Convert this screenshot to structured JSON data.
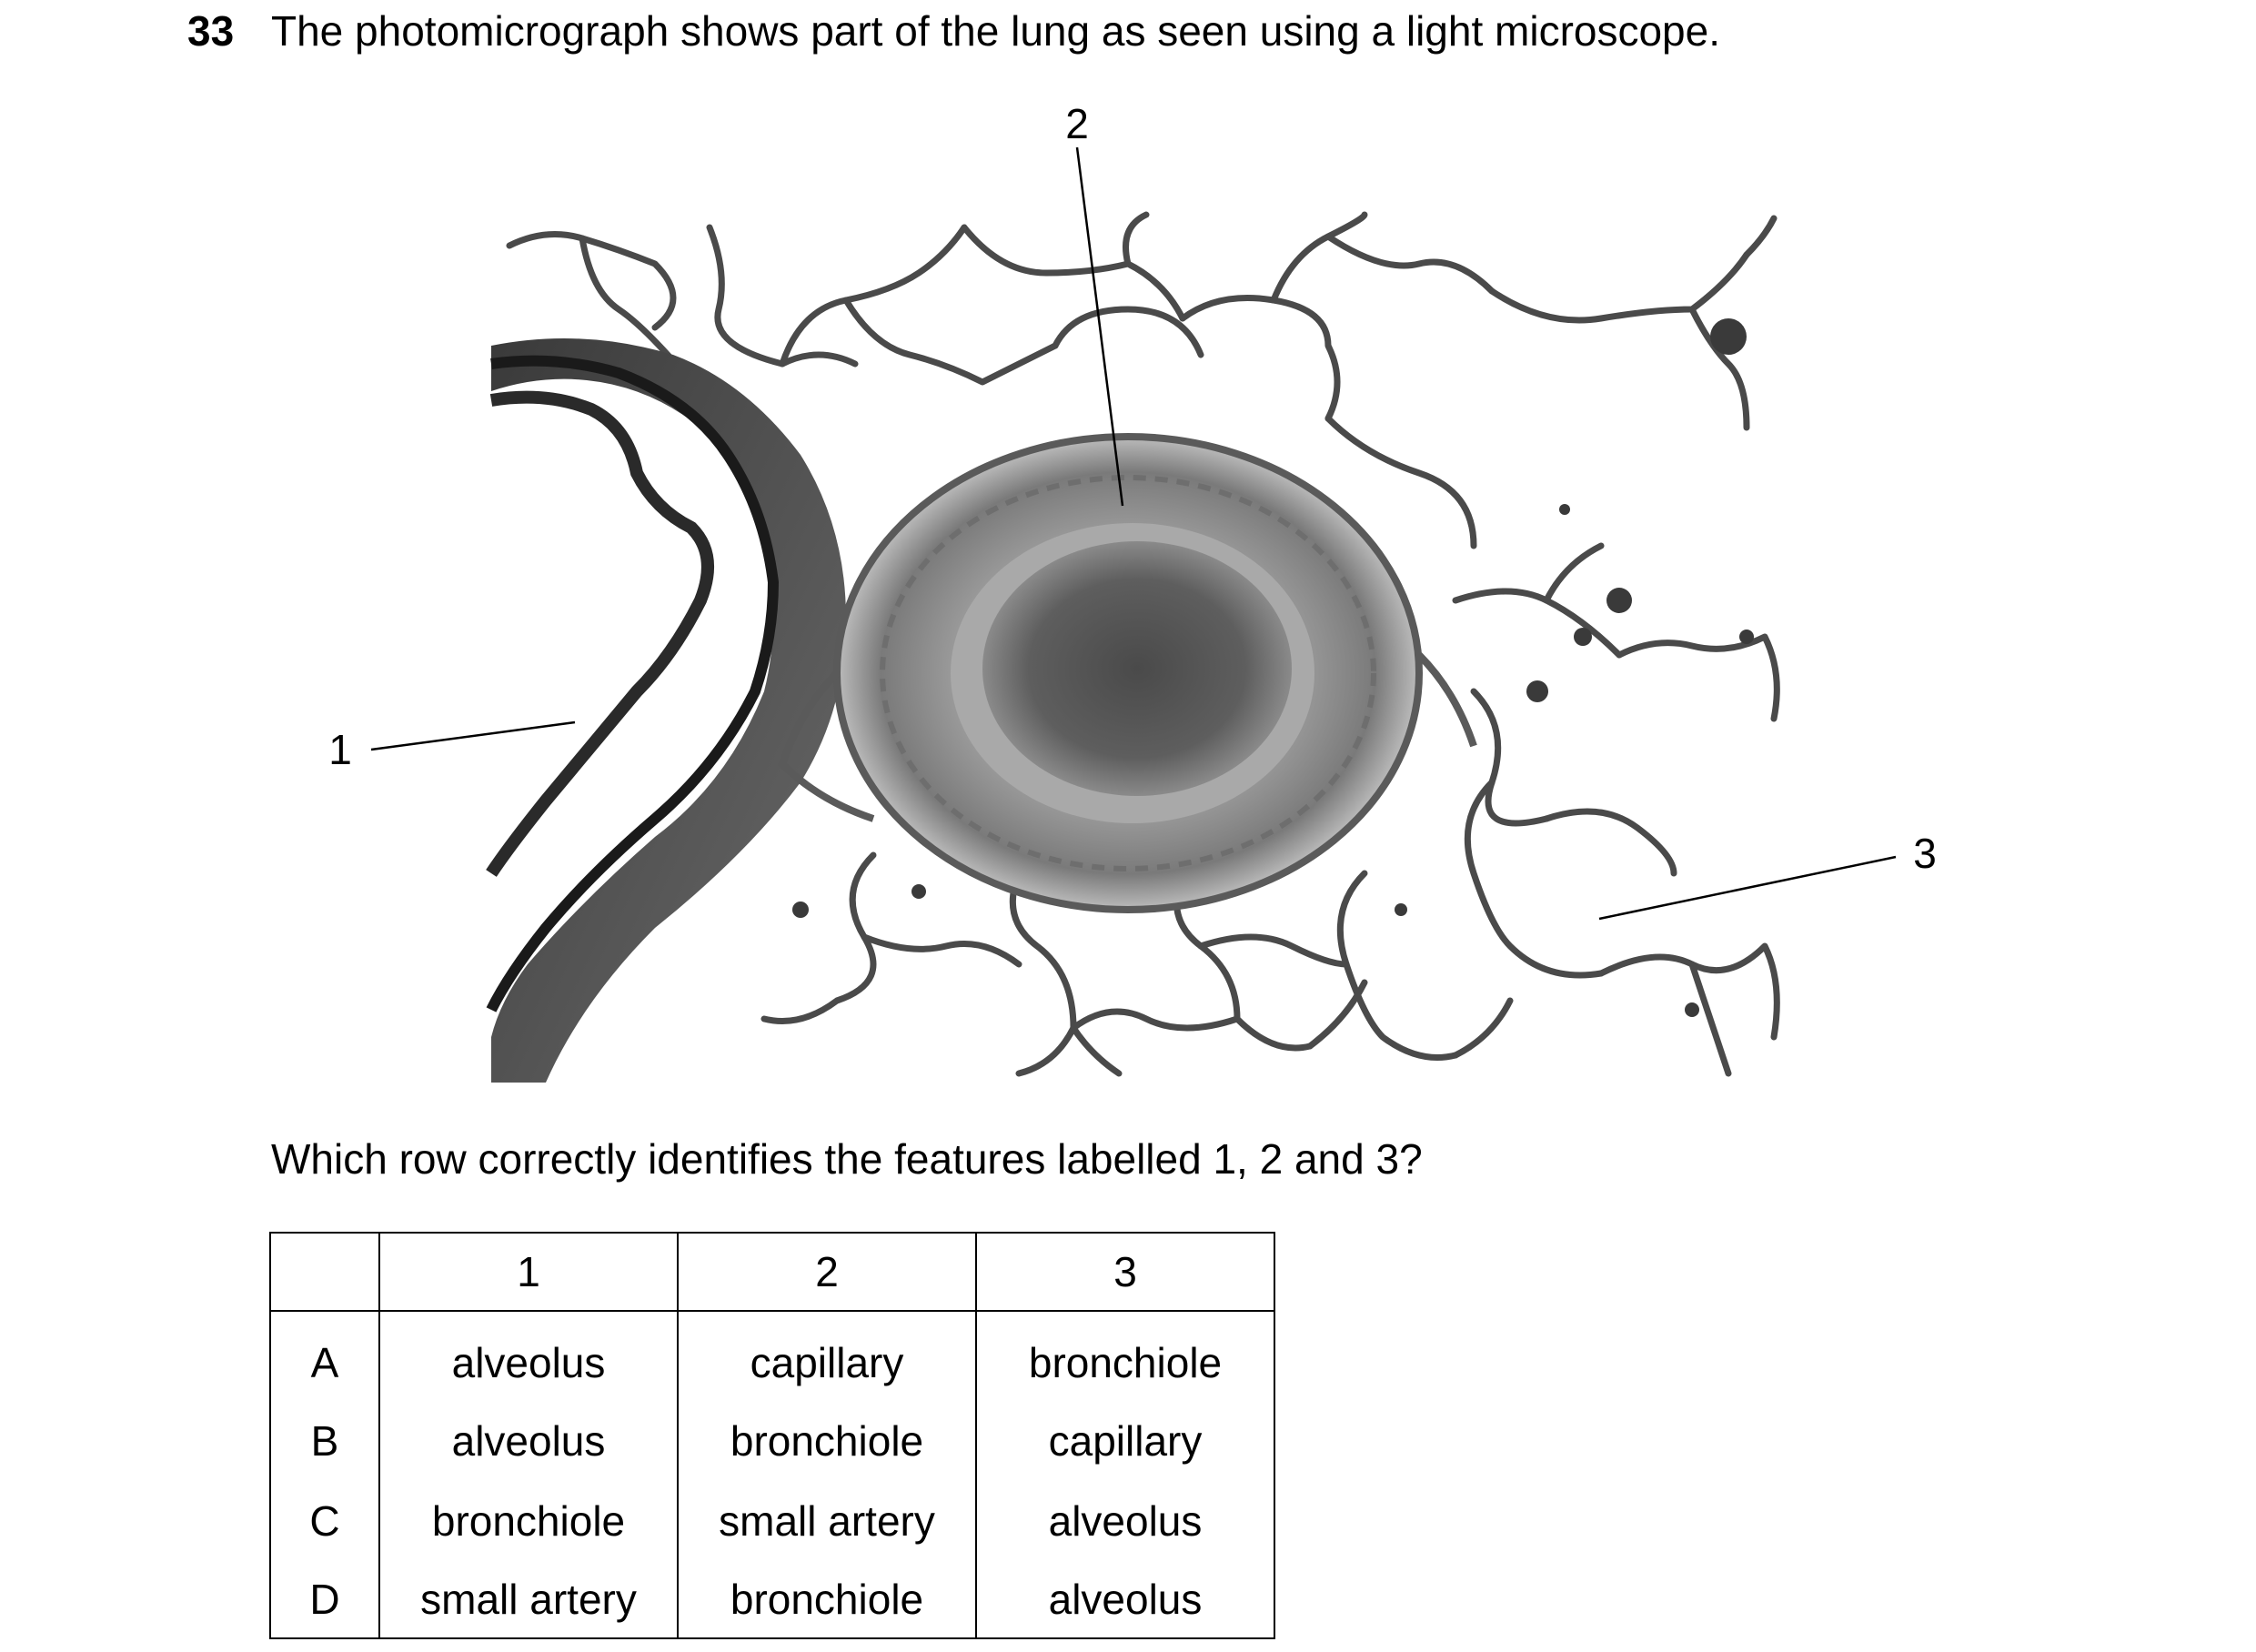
{
  "question": {
    "number": "33",
    "stem": "The photomicrograph shows part of the lung as seen using a light microscope.",
    "prompt": "Which row correctly identifies the features labelled 1, 2 and 3?"
  },
  "figure": {
    "labels": [
      "1",
      "2",
      "3"
    ]
  },
  "table": {
    "headers": [
      "",
      "1",
      "2",
      "3"
    ],
    "rows": [
      {
        "key": "A",
        "cells": [
          "alveolus",
          "capillary",
          "bronchiole"
        ]
      },
      {
        "key": "B",
        "cells": [
          "alveolus",
          "bronchiole",
          "capillary"
        ]
      },
      {
        "key": "C",
        "cells": [
          "bronchiole",
          "small artery",
          "alveolus"
        ]
      },
      {
        "key": "D",
        "cells": [
          "small artery",
          "bronchiole",
          "alveolus"
        ]
      }
    ]
  }
}
